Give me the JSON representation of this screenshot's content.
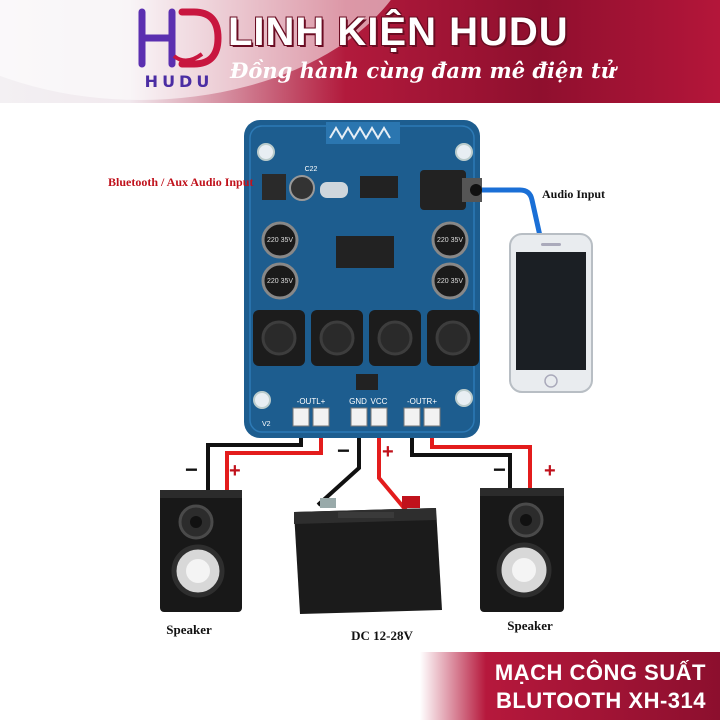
{
  "header": {
    "logo_text": "HUDU",
    "brand": "LINH KIỆN HUDU",
    "slogan": "Đồng hành cùng đam mê điện tử"
  },
  "labels": {
    "bt_input": "Bluetooth / Aux Audio Input",
    "audio_input": "Audio Input",
    "pin_outl": "-OUTL+",
    "pin_gnd": "GND",
    "pin_vcc": "VCC",
    "pin_outr": "-OUTR+",
    "cap_top_left": "220 35V",
    "cap_bottom_left": "220 35V",
    "cap_top_right": "220 35V",
    "cap_bottom_right": "220 35V",
    "cap_small": "C22",
    "board_mark": "V2",
    "minus": "−",
    "plus": "+",
    "speaker_left": "Speaker",
    "speaker_right": "Speaker",
    "battery": "DC 12-28V"
  },
  "footer": {
    "line1": "MẠCH CÔNG SUẤT",
    "line2": "BLUTOOTH XH-314"
  },
  "colors": {
    "board": "#1d5d8f",
    "wire_red": "#e31c1c",
    "wire_black": "#111111",
    "cable_blue": "#1a6fd6",
    "banner_red": "#a3163a"
  }
}
